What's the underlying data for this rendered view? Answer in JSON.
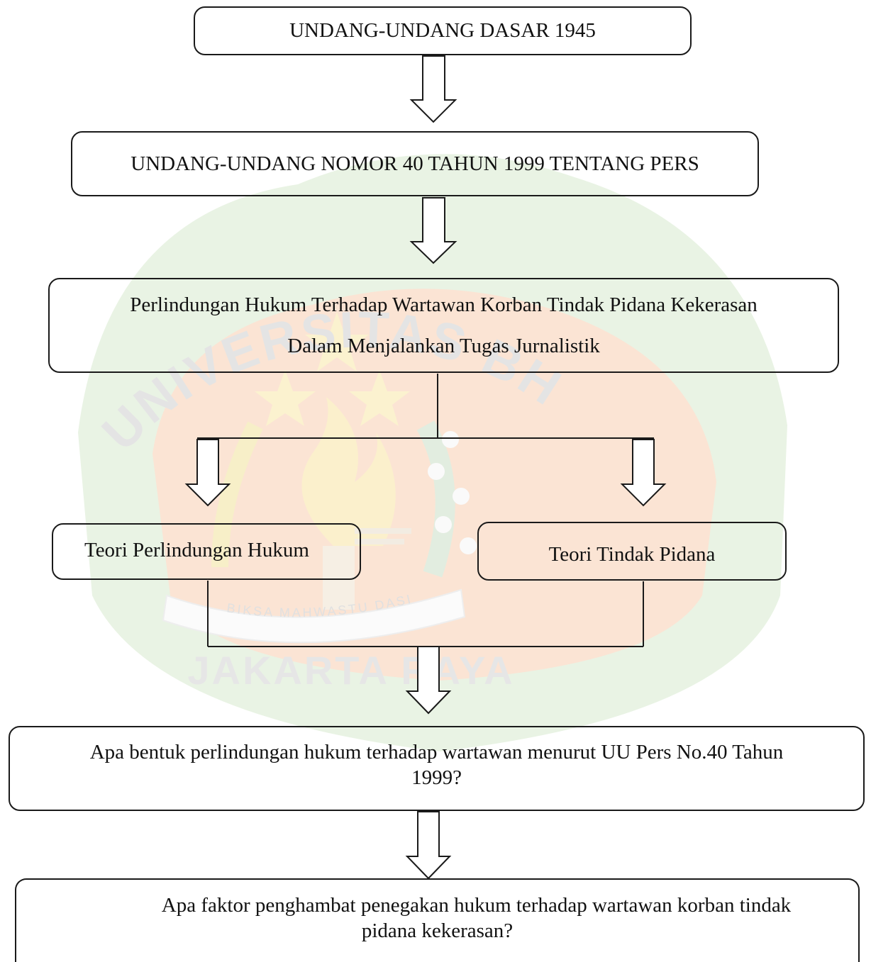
{
  "boxes": {
    "uud": "UNDANG-UNDANG DASAR 1945",
    "uu_pers": "UNDANG-UNDANG NOMOR 40 TAHUN 1999 TENTANG PERS",
    "topic_line1": "Perlindungan Hukum Terhadap Wartawan Korban Tindak Pidana Kekerasan",
    "topic_line2": "Dalam Menjalankan Tugas Jurnalistik",
    "teori_perlindungan": "Teori Perlindungan Hukum",
    "teori_pidana": "Teori Tindak Pidana",
    "question1_line1": "Apa bentuk perlindungan hukum terhadap wartawan menurut UU Pers No.40 Tahun",
    "question1_line2": "1999?",
    "question2_line1": "Apa faktor penghambat penegakan hukum terhadap wartawan korban tindak",
    "question2_line2": "pidana kekerasan?"
  },
  "watermark": {
    "arc_text": "UNIVERSITAS BHAYANGKARA",
    "motto": "BIKSA MAHWASTU DASI",
    "city": "JAKARTA RAYA"
  },
  "colors": {
    "line": "#1a1a1a",
    "watermark_green": "#e7f3e2",
    "watermark_orange": "#fbe3d2",
    "watermark_yellow": "#fbf2d0",
    "watermark_text": "#e4e4e4"
  }
}
